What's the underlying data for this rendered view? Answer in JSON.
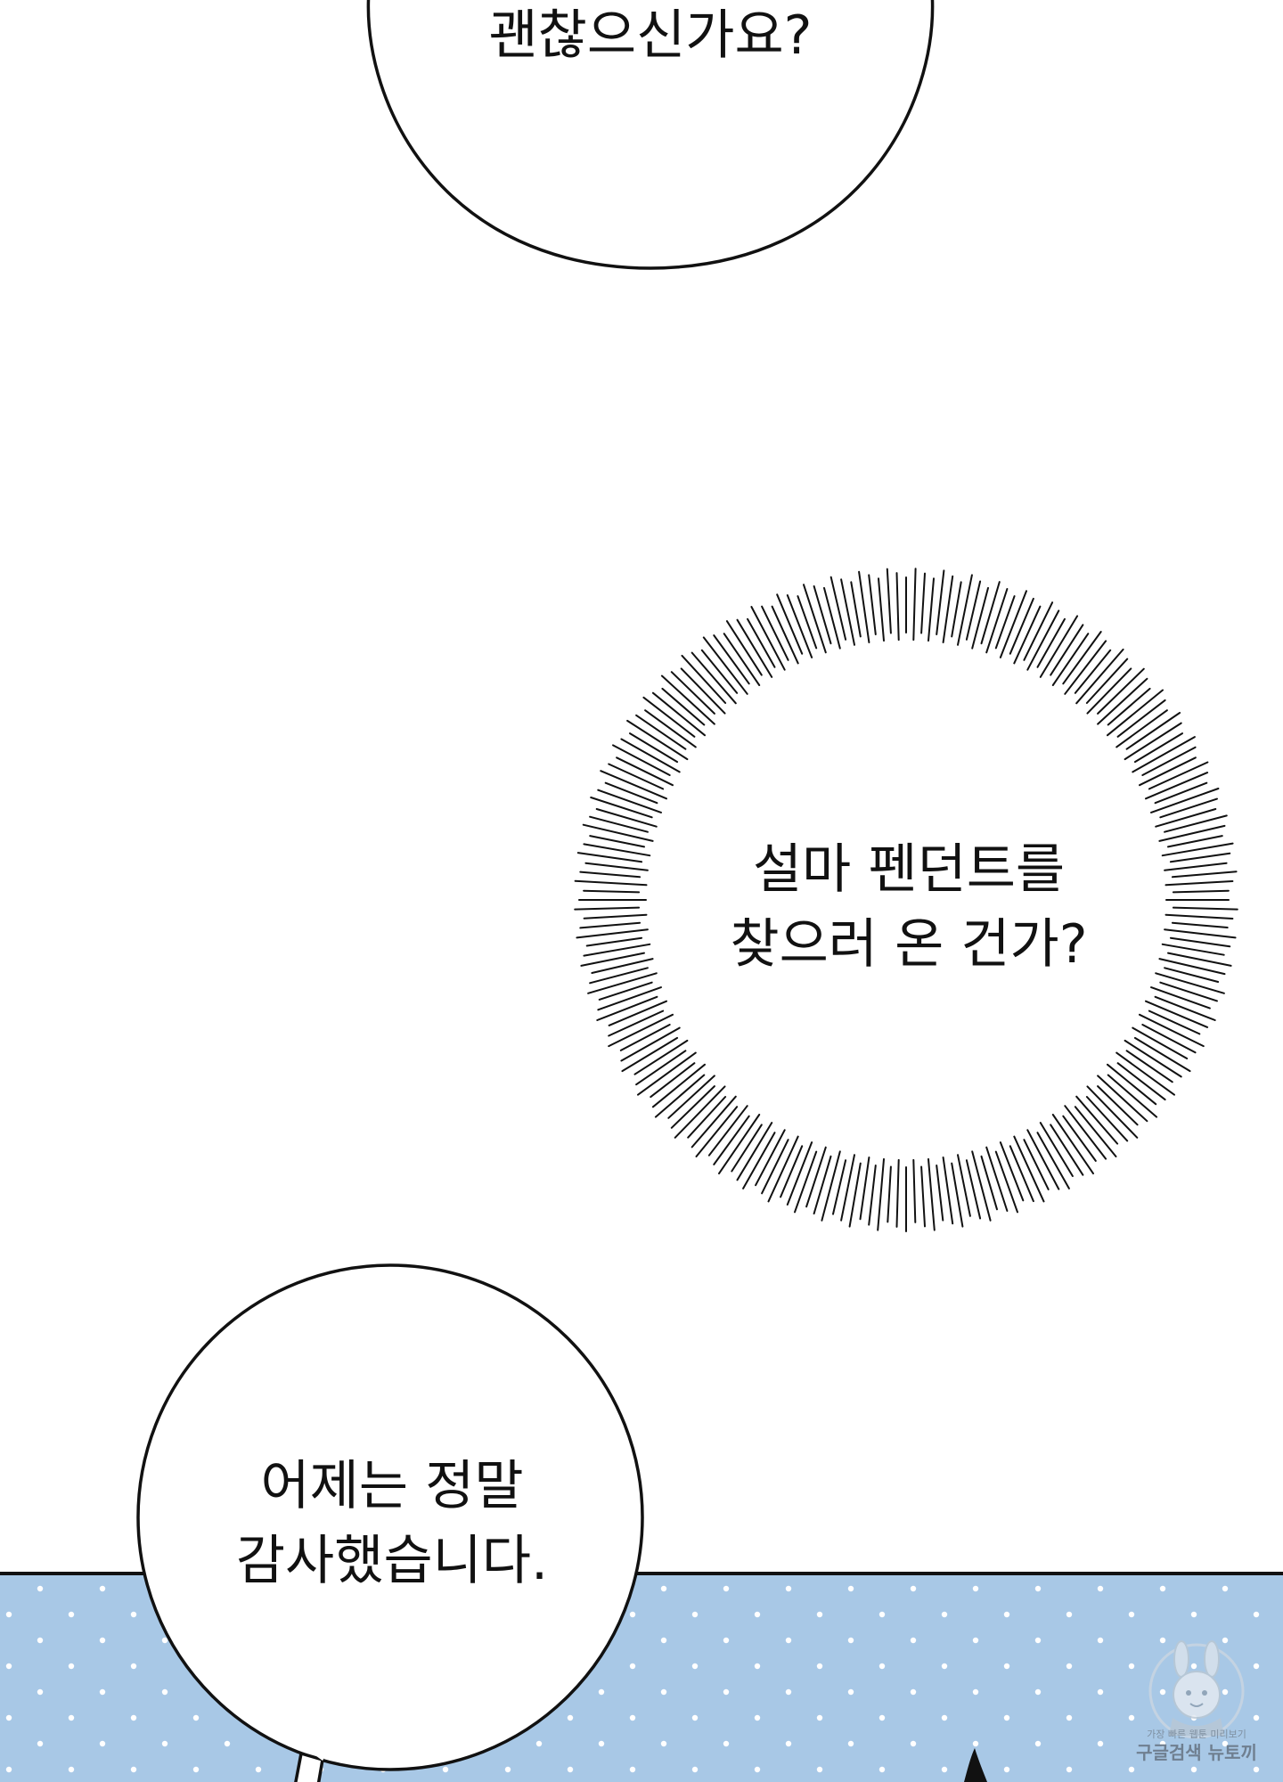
{
  "colors": {
    "background": "#ffffff",
    "panel_fill": "#a8c8e6",
    "ink": "#111111",
    "dots": "#ffffff"
  },
  "bubbles": {
    "top": {
      "lines": [
        "괜찮으신가요?"
      ]
    },
    "burst": {
      "lines": [
        "설마 펜던트를",
        "찾으러 온 건가?"
      ]
    },
    "bottom": {
      "lines": [
        "어제는 정말",
        "감사했습니다."
      ]
    }
  },
  "watermark": {
    "caption": "가장 빠른 웹툰 미리보기",
    "title": "구글검색 뉴토끼",
    "icon": "rabbit-mascot-icon"
  }
}
